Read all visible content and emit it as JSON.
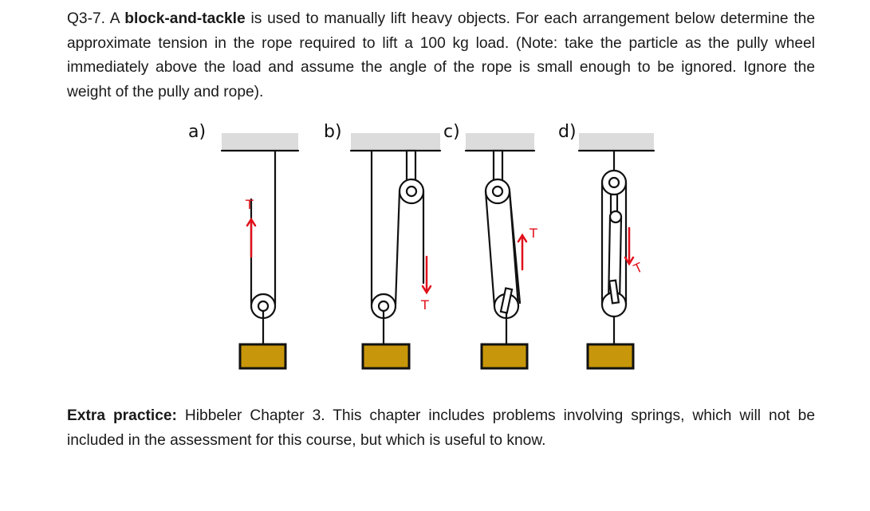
{
  "question": {
    "number": "Q3-7.",
    "lead": " A ",
    "term": "block-and-tackle",
    "body": " is used to manually lift heavy objects. For each arrangement below determine the approximate tension in the rope required to lift a 100 kg load.  (Note: take the particle as the pully wheel immediately above the load and assume the angle of the rope is small enough to be ignored. Ignore the weight of the pully and rope)."
  },
  "figure": {
    "labels": [
      "a)",
      "b)",
      "c)",
      "d)"
    ],
    "tension_label": "T",
    "colors": {
      "ceiling": "#dcdcdc",
      "rope": "#111111",
      "load": "#c8960a",
      "arrow": "#e0101a"
    }
  },
  "extra": {
    "heading": "Extra practice:",
    "body": " Hibbeler Chapter 3. This chapter includes problems involving springs, which will not be included in the assessment for this course, but which is useful to know."
  }
}
